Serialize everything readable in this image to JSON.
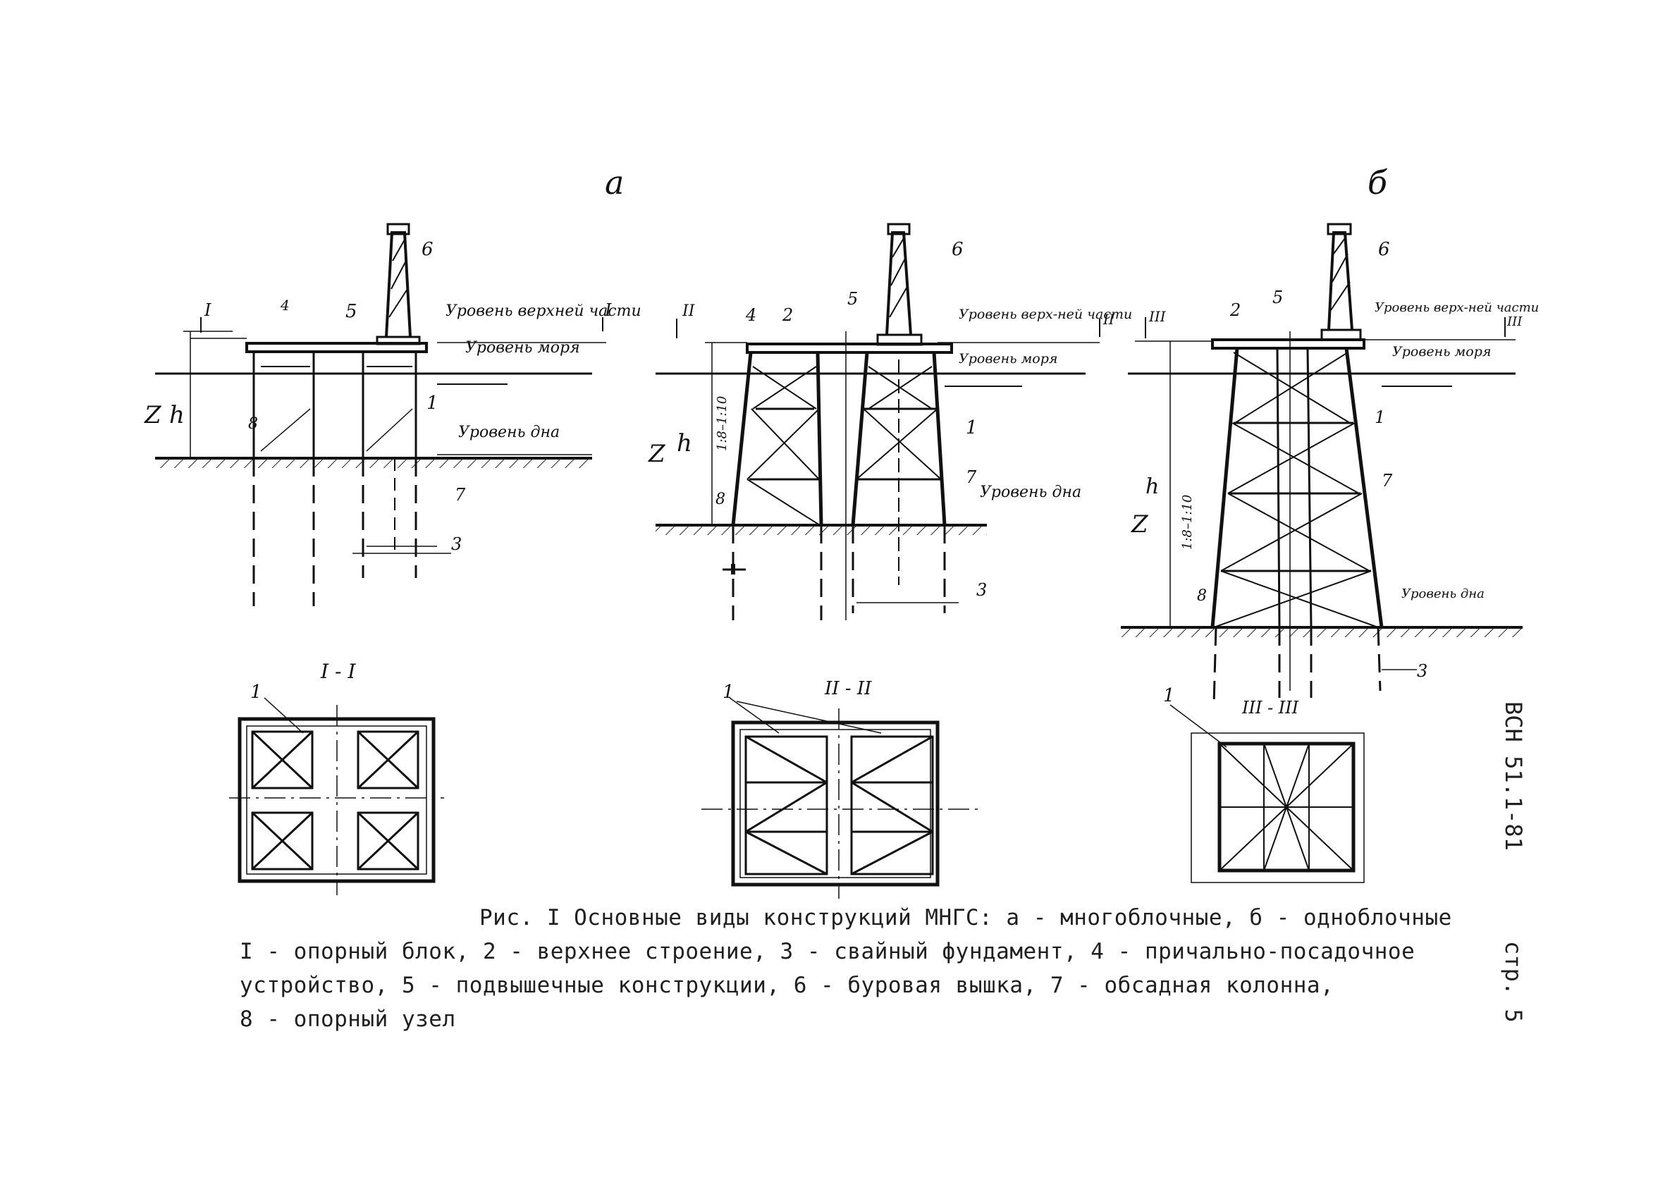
{
  "panels": {
    "a_letter": "а",
    "b_letter": "б"
  },
  "labels": {
    "n1": "1",
    "n2": "2",
    "n3": "3",
    "n4": "4",
    "n5": "5",
    "n6": "6",
    "n7": "7",
    "n8": "8",
    "h": "h",
    "z": "Z",
    "level_top": "Уровень верхней части",
    "level_top_short": "Уровень верх-ней части",
    "level_sea": "Уровень моря",
    "level_bottom": "Уровень дна",
    "slope": "1:8–1:10",
    "sec1": "I",
    "sec2": "II",
    "sec3": "III",
    "sec1_title": "I - I",
    "sec2_title": "II - II",
    "sec3_title": "III - III"
  },
  "caption": {
    "line1": "Рис. I    Основные виды конструкций МНГС: а - многоблочные, б - одноблочные",
    "line2": "I - опорный блок, 2 - верхнее строение, 3 - свайный фундамент, 4 - причально-посадочное",
    "line3": "устройство, 5 - подвышечные конструкции, 6 - буровая вышка, 7 - обсадная колонна,",
    "line4": "8 - опорный узел"
  },
  "side": {
    "code": "ВСН 51.1-81",
    "page": "стр. 5"
  }
}
